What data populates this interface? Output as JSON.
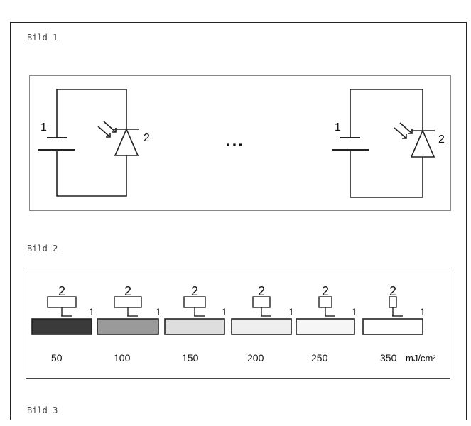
{
  "figure": {
    "captions": {
      "bild1": "Bild 1",
      "bild2": "Bild 2",
      "bild3": "Bild 3"
    },
    "bild1": {
      "left_circuit": {
        "battery_label": "1",
        "photodiode_label": "2"
      },
      "ellipsis": "...",
      "right_circuit": {
        "battery_label": "1",
        "photodiode_label": "2"
      }
    },
    "bild2": {
      "plates": [
        {
          "part_label": "2",
          "plate_label": "1",
          "dose": "50",
          "fill": "#3a3a3a"
        },
        {
          "part_label": "2",
          "plate_label": "1",
          "dose": "100",
          "fill": "#9a9a9a"
        },
        {
          "part_label": "2",
          "plate_label": "1",
          "dose": "150",
          "fill": "#dedede"
        },
        {
          "part_label": "2",
          "plate_label": "1",
          "dose": "200",
          "fill": "#efefef"
        },
        {
          "part_label": "2",
          "plate_label": "1",
          "dose": "250",
          "fill": "#f6f6f6"
        },
        {
          "part_label": "2",
          "plate_label": "1",
          "dose": "350",
          "fill": "#ffffff"
        }
      ],
      "unit": "mJ/cm²"
    }
  }
}
